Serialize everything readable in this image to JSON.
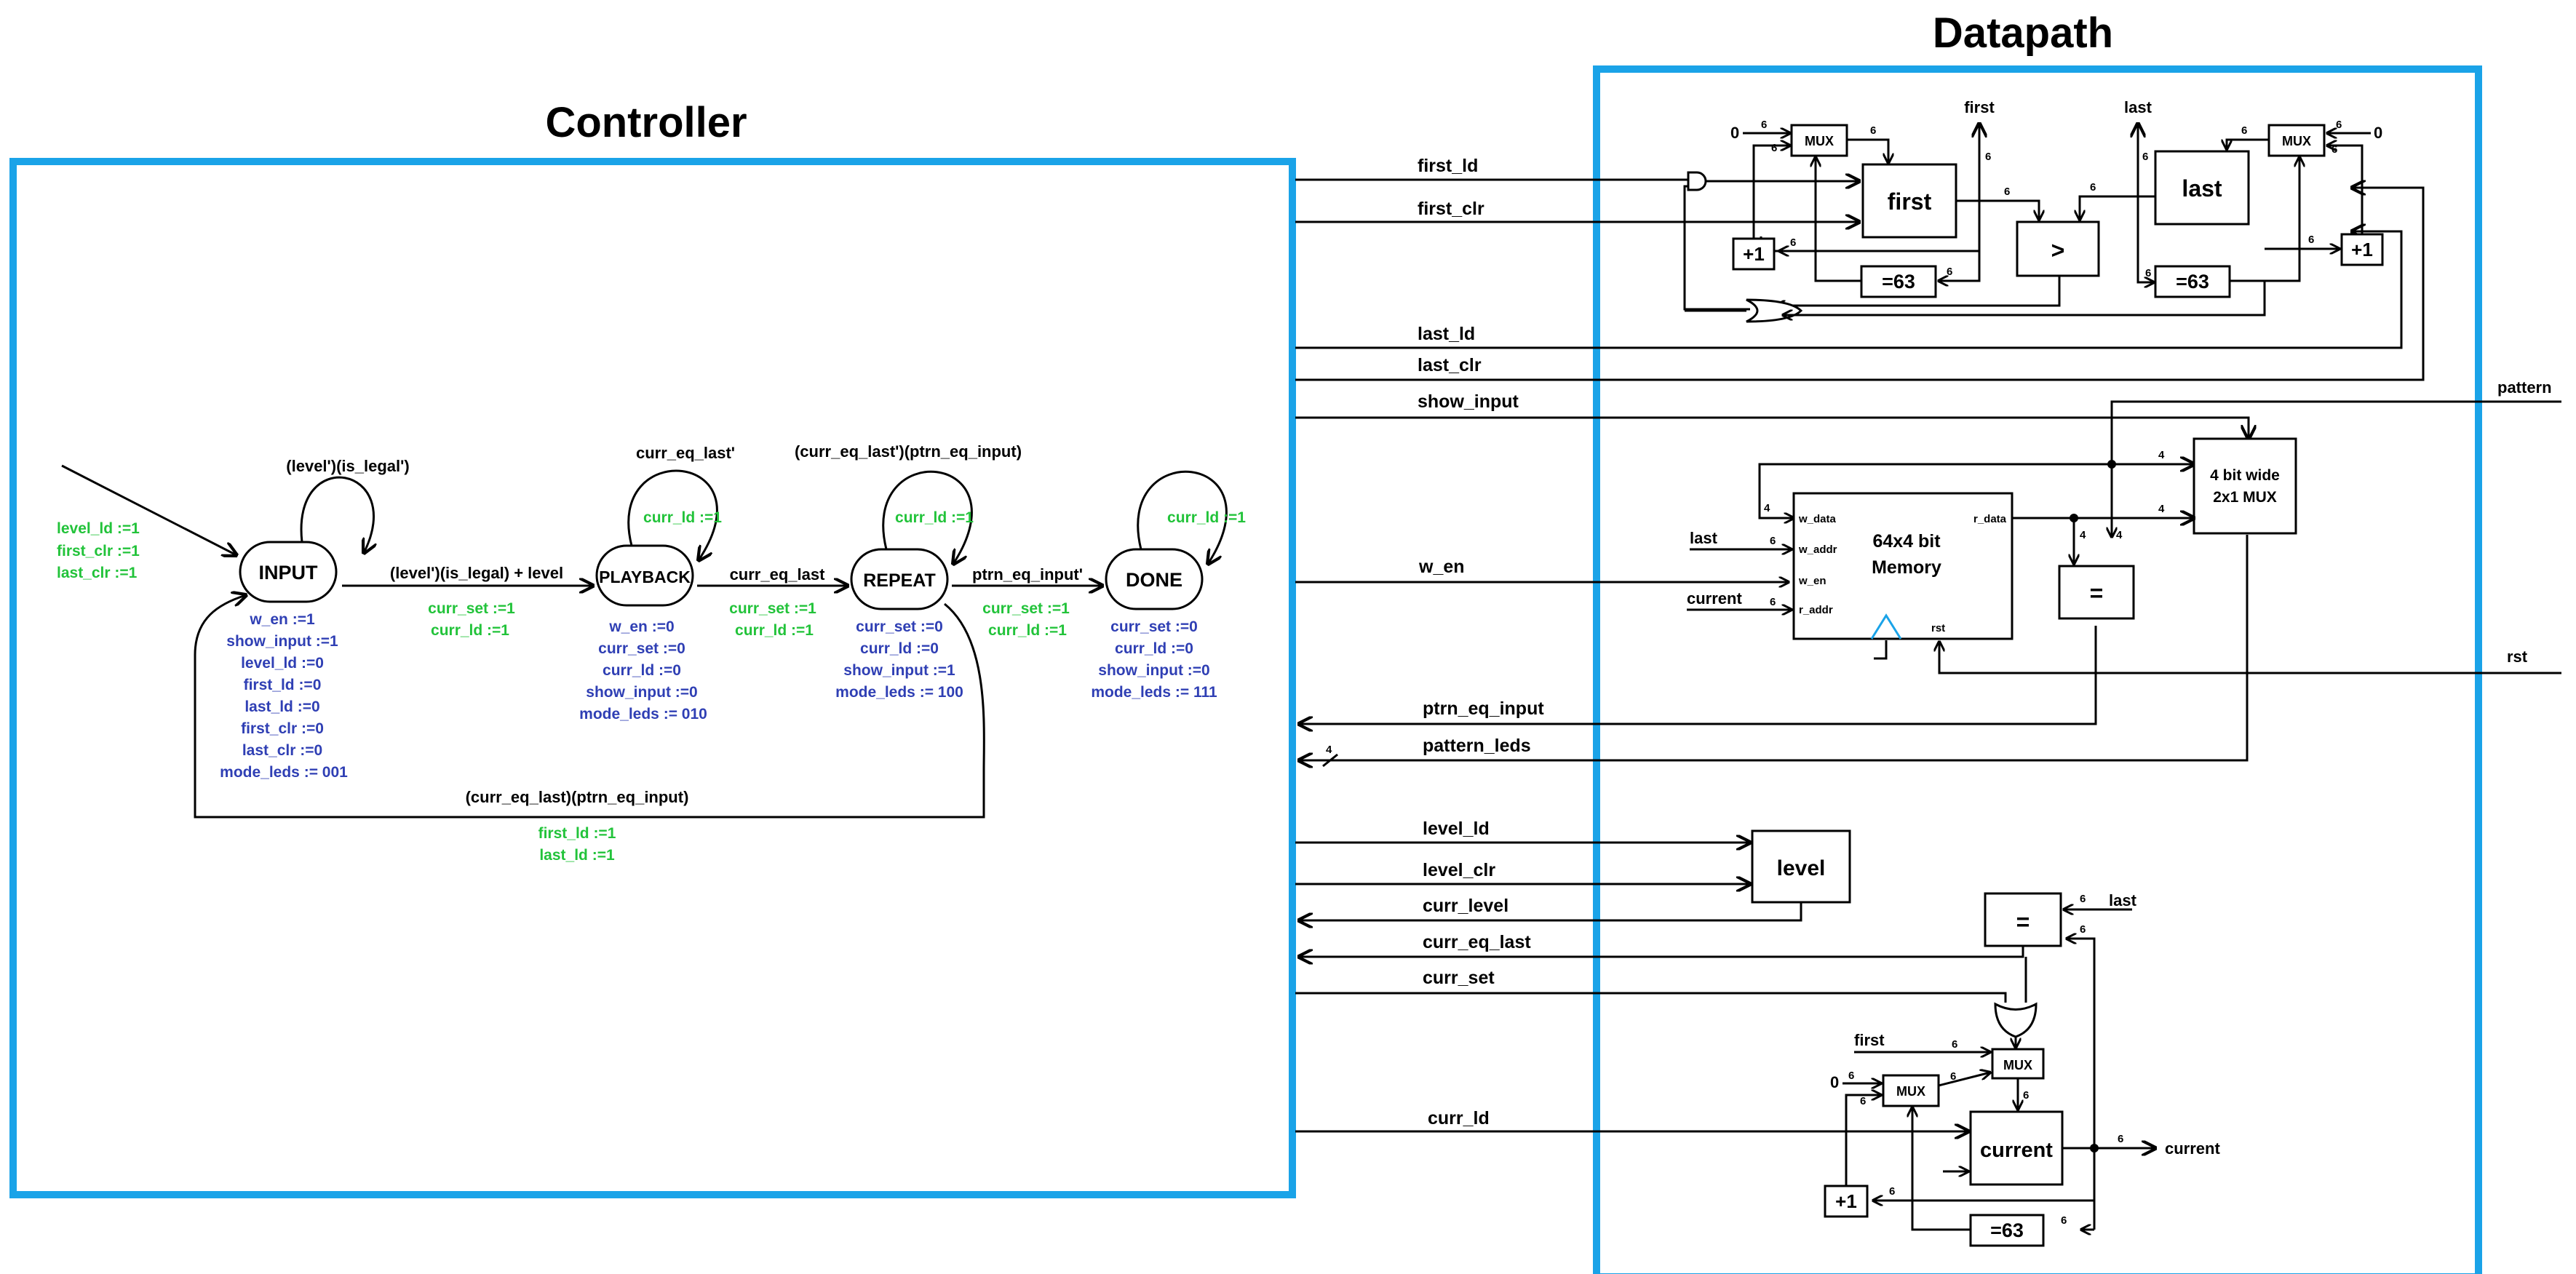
{
  "titles": {
    "controller": "Controller",
    "datapath": "Datapath"
  },
  "states": [
    {
      "id": "input",
      "label": "INPUT"
    },
    {
      "id": "playback",
      "label": "PLAYBACK"
    },
    {
      "id": "repeat",
      "label": "REPEAT"
    },
    {
      "id": "done",
      "label": "DONE"
    }
  ],
  "initial_actions": [
    "level_ld :=1",
    "first_clr :=1",
    "last_clr :=1"
  ],
  "state_outputs": {
    "input": [
      "w_en :=1",
      "show_input :=1",
      "level_ld :=0",
      "first_ld :=0",
      "last_ld :=0",
      "first_clr :=0",
      "last_clr :=0",
      "mode_leds := 001"
    ],
    "playback": [
      "w_en :=0",
      "curr_set :=0",
      "curr_ld :=0",
      "show_input :=0",
      "mode_leds := 010"
    ],
    "repeat": [
      "curr_set :=0",
      "curr_ld :=0",
      "show_input :=1",
      "mode_leds := 100"
    ],
    "done": [
      "curr_set :=0",
      "curr_ld :=0",
      "show_input :=0",
      "mode_leds := 111"
    ]
  },
  "transitions": {
    "input_self": {
      "cond": "(level')(is_legal')"
    },
    "playback_self": {
      "cond": "curr_eq_last'",
      "action": "curr_ld :=1"
    },
    "repeat_self": {
      "cond": "(curr_eq_last')(ptrn_eq_input)",
      "action": "curr_ld :=1"
    },
    "done_self": {
      "action": "curr_ld :=1"
    },
    "input_playback": {
      "cond": "(level')(is_legal) + level",
      "actions": [
        "curr_set :=1",
        "curr_ld :=1"
      ]
    },
    "playback_repeat": {
      "cond": "curr_eq_last",
      "actions": [
        "curr_set :=1",
        "curr_ld :=1"
      ]
    },
    "repeat_done": {
      "cond": "ptrn_eq_input'",
      "actions": [
        "curr_set :=1",
        "curr_ld :=1"
      ]
    },
    "repeat_input": {
      "cond": "(curr_eq_last)(ptrn_eq_input)",
      "actions": [
        "first_ld :=1",
        "last_ld :=1"
      ]
    }
  },
  "signals": {
    "first_ld": "first_ld",
    "first_clr": "first_clr",
    "last_ld": "last_ld",
    "last_clr": "last_clr",
    "show_input": "show_input",
    "w_en": "w_en",
    "ptrn_eq_input": "ptrn_eq_input",
    "pattern_leds": "pattern_leds",
    "level_ld": "level_ld",
    "level_clr": "level_clr",
    "curr_level": "curr_level",
    "curr_eq_last": "curr_eq_last",
    "curr_set": "curr_set",
    "curr_ld": "curr_ld",
    "pattern": "pattern",
    "rst": "rst",
    "current_out": "current"
  },
  "blocks": {
    "first": "first",
    "last": "last",
    "gt": ">",
    "eq63": "=63",
    "plus1": "+1",
    "mux": "MUX",
    "mux2_l1": "4 bit wide",
    "mux2_l2": "2x1 MUX",
    "mem_l1": "64x4 bit",
    "mem_l2": "Memory",
    "eq": "=",
    "level": "level",
    "current": "current"
  },
  "mem_ports": {
    "w_data": "w_data",
    "w_addr": "w_addr",
    "w_en": "w_en",
    "r_addr": "r_addr",
    "r_data": "r_data",
    "rst": "rst"
  },
  "misc": {
    "zero": "0",
    "last_in": "last",
    "current_in": "current",
    "first_in": "first",
    "first_out": "first",
    "last_out": "last"
  },
  "widths": {
    "six": "6",
    "four": "4"
  }
}
